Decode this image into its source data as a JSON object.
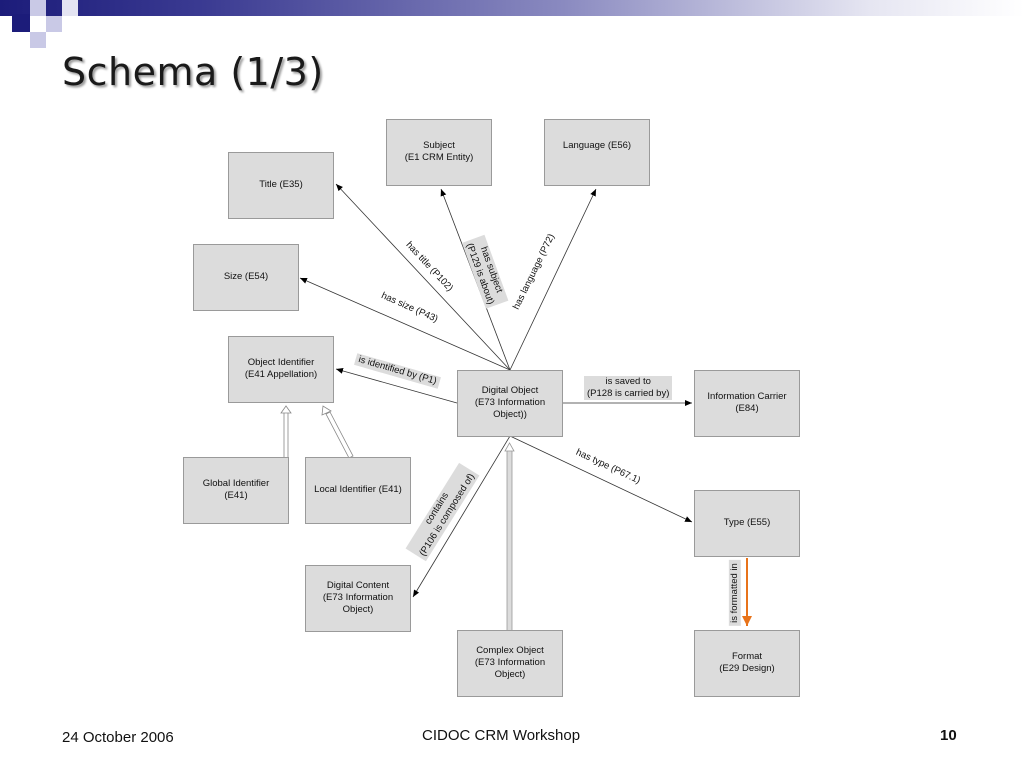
{
  "slide": {
    "title": "Schema (1/3)",
    "footer_date": "24 October 2006",
    "footer_center": "CIDOC CRM Workshop",
    "page_number": "10"
  },
  "nodes": {
    "subject": "Subject\n(E1 CRM Entity)",
    "language": "Language (E56)",
    "title": "Title (E35)",
    "size": "Size (E54)",
    "object_identifier": "Object Identifier\n(E41 Appellation)",
    "digital_object": "Digital Object\n(E73 Information\nObject))",
    "information_carrier": "Information Carrier\n(E84)",
    "global_identifier": "Global Identifier\n(E41)",
    "local_identifier": "Local Identifier (E41)",
    "type": "Type (E55)",
    "digital_content": "Digital Content\n(E73 Information\nObject)",
    "complex_object": "Complex Object\n(E73 Information\nObject)",
    "format": "Format\n(E29 Design)"
  },
  "edges": {
    "has_title": "has title (P102)",
    "has_subject": "has subject\n(P129 is about)",
    "has_language": "has language (P72)",
    "has_size": "has size (P43)",
    "is_identified_by": "is identified by (P1)",
    "is_saved_to": "is saved to\n(P128 is carried by)",
    "has_type": "has type (P67.1)",
    "contains": "contains\n(P106 is composed of)",
    "is_formatted_in": "is formatted in"
  },
  "colors": {
    "accent_arrow": "#e8731a",
    "header_blue": "#1c1c7a"
  }
}
